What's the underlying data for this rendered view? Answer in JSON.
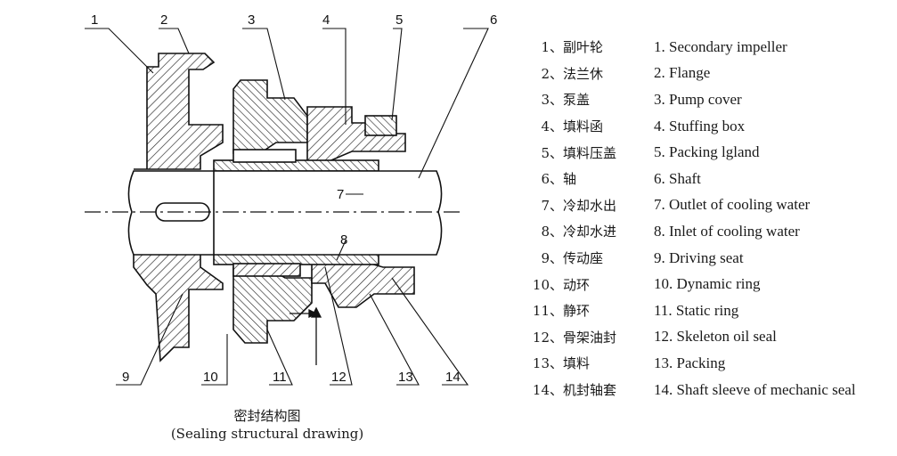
{
  "callouts": [
    "1",
    "2",
    "3",
    "4",
    "5",
    "6",
    "7",
    "8",
    "9",
    "10",
    "11",
    "12",
    "13",
    "14"
  ],
  "caption": {
    "chinese": "密封结构图",
    "english": "(Sealing structural drawing)"
  },
  "legend": [
    {
      "num": "1、",
      "cn": "副叶轮",
      "en": "1. Secondary impeller"
    },
    {
      "num": "2、",
      "cn": "法兰休",
      "en": "2. Flange"
    },
    {
      "num": "3、",
      "cn": "泵盖",
      "en": "3. Pump cover"
    },
    {
      "num": "4、",
      "cn": "填料函",
      "en": "4. Stuffing box"
    },
    {
      "num": "5、",
      "cn": "填料压盖",
      "en": "5. Packing lgland"
    },
    {
      "num": "6、",
      "cn": "轴",
      "en": "6. Shaft"
    },
    {
      "num": "7、",
      "cn": "冷却水出",
      "en": "7. Outlet of cooling water"
    },
    {
      "num": "8、",
      "cn": "冷却水进",
      "en": "8. Inlet of cooling water"
    },
    {
      "num": "9、",
      "cn": "传动座",
      "en": "9. Driving seat"
    },
    {
      "num": "10、",
      "cn": "动环",
      "en": "10. Dynamic ring"
    },
    {
      "num": "11、",
      "cn": "静环",
      "en": "11. Static ring"
    },
    {
      "num": "12、",
      "cn": "骨架油封",
      "en": "12. Skeleton oil seal"
    },
    {
      "num": "13、",
      "cn": "填料",
      "en": "13. Packing"
    },
    {
      "num": "14、",
      "cn": "机封轴套",
      "en": "14. Shaft sleeve of mechanic seal"
    }
  ]
}
